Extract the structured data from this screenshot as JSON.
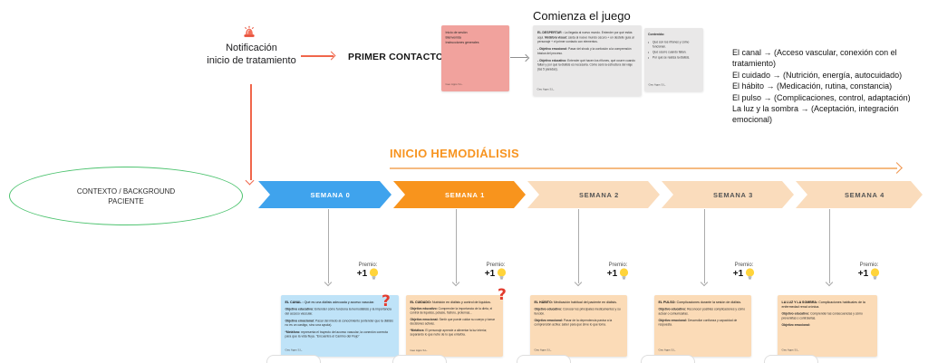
{
  "notification": {
    "line1": "Notificación",
    "line2": "inicio de tratamiento",
    "icon": "siren-icon"
  },
  "primer_contacto": "PRIMER CONTACTO",
  "game_start_title": "Comienza el juego",
  "session_card": {
    "lines": [
      "Inicio de sesión",
      "Bienvenida",
      "Instrucciones generales"
    ],
    "footer": "Geo Apps S.L."
  },
  "despertar_card": {
    "title_bold": "EL DESPERTAR :",
    "intro": "La llegada al nuevo mundo. Entender por qué estás aquí.",
    "metafora_bold": "Metáfora visual:",
    "metafora_text": "caída al nuevo mundo oscuro + un destello guía al personaje + el primer contacto con elementos.",
    "sections": [
      {
        "bold": "- Objetivo emocional:",
        "text": "Pasar del shock y la confusión a la comprensión básica del proceso."
      },
      {
        "bold": "- Objetivo educativo:",
        "text": "Entender qué hacen los riñones, qué ocurre cuando fallan y por qué la diálisis es necesaria. Cómo será la estructura del viaje (las 5 paradas)."
      }
    ],
    "footer": "Geo Apps S.L."
  },
  "contenido_card": {
    "title": "Contenido:",
    "bullets": [
      "Qué son los riñones y cómo funcionan.",
      "Qué ocurre cuando fallan.",
      "Por qué se realiza la diálisis."
    ],
    "footer": "Geo Apps S.L."
  },
  "legend": {
    "lines": [
      "El canal → (Acceso vascular, conexión con el tratamiento)",
      "El cuidado → (Nutrición, energía, autocuidado)",
      "El hábito → (Medicación, rutina, constancia)",
      "El pulso → (Complicaciones, control, adaptación)",
      "La luz y la sombra → (Aceptación, integración emocional)"
    ]
  },
  "timeline": {
    "title": "INICIO HEMODIÁLISIS",
    "weeks": [
      {
        "label": "SEMANA 0",
        "color": "#3FA3ED"
      },
      {
        "label": "SEMANA 1",
        "color": "#F8941D"
      },
      {
        "label": "SEMANA 2",
        "color": "#FADCBC"
      },
      {
        "label": "SEMANA 3",
        "color": "#FADCBC"
      },
      {
        "label": "SEMANA 4",
        "color": "#FADCBC"
      }
    ]
  },
  "context_ellipse": {
    "line1": "CONTEXTO / BACKGROUND",
    "line2": "PACIENTE"
  },
  "premio": {
    "label": "Premio:",
    "value": "+1",
    "icon": "lightbulb-icon"
  },
  "cards": [
    {
      "id": "el-canal",
      "color": "#BFE3F8",
      "has_question_mark": true,
      "title_bold": "EL CANAL :",
      "title_text": "Qué es una diálisis adecuada y acceso vascular.",
      "sections": [
        {
          "bold": "Objetivo educativo:",
          "text": "Entender cómo funciona la hemodiálisis y la importancia del acceso vascular."
        },
        {
          "bold": "Objetivo emocional:",
          "text": "Pasar del miedo al conocimiento (entender que la diálisis no es un castigo, sino una ayuda)."
        },
        {
          "bold": "*Metáfora:",
          "text": "representa el trayecto del acceso vascular, la conexión correcta para que la vida fluya. \"Encuentra el Camino del Flujo\""
        }
      ],
      "footer": "Geo Apps S.L."
    },
    {
      "id": "el-cuidado",
      "color": "#FBDBB7",
      "has_question_mark": true,
      "title_bold": "EL CUIDADO:",
      "title_text": "Nutrición en diálisis y control de líquidos.",
      "sections": [
        {
          "bold": "Objetivo educativo:",
          "text": "Comprender la importancia de la dieta, el control de líquidos, potasio, fósforo, proteínas..."
        },
        {
          "bold": "Objetivo emocional:",
          "text": "Sentir que puede cuidar su cuerpo y tomar decisiones activas."
        },
        {
          "bold": "*Metáfora:",
          "text": "El personaje aprende a alimentar la luz interior, separando lo que nutre de lo que enturbia."
        }
      ],
      "footer": "Geo Apps S.L."
    },
    {
      "id": "el-habito",
      "color": "#FBDBB7",
      "has_question_mark": false,
      "title_bold": "EL HÁBITO:",
      "title_text": "Medicación habitual del paciente en diálisis.",
      "sections": [
        {
          "bold": "Objetivo educativo:",
          "text": "Conocer los principales medicamentos y su función."
        },
        {
          "bold": "Objetivo emocional:",
          "text": "Pasar de la dependencia pasiva a la comprensión activa: saber para qué sirve lo que toma."
        }
      ],
      "footer": "Geo Apps S.L."
    },
    {
      "id": "el-pulso",
      "color": "#FBDBB7",
      "has_question_mark": false,
      "title_bold": "EL PULSO:",
      "title_text": "Complicaciones durante la sesión de diálisis.",
      "sections": [
        {
          "bold": "Objetivo educativo:",
          "text": "Reconocer posibles complicaciones y cómo actuar o comunicarlas."
        },
        {
          "bold": "Objetivo emocional:",
          "text": "Desarrollar confianza y capacidad de respuesta."
        }
      ],
      "footer": "Geo Apps S.L."
    },
    {
      "id": "la-luz-y-la-sombra",
      "color": "#FBDBB7",
      "has_question_mark": false,
      "title_bold": "LA LUZ Y LA SOMBRA:",
      "title_text": "Complicaciones habituales de la enfermedad renal crónica.",
      "sections": [
        {
          "bold": "Objetivo educativo:",
          "text": "Comprender las consecuencias y cómo prevenirlas o controlarlas."
        },
        {
          "bold": "Objetivo emocional:",
          "text": ""
        }
      ],
      "footer": "Geo Apps S.L."
    }
  ],
  "colors": {
    "accent_red": "#F0664B",
    "accent_orange": "#F79420",
    "timeline_arrow": "#F5BA80",
    "chevron_blue": "#3FA3ED",
    "chevron_orange": "#F8941D",
    "chevron_peach": "#FADCBC",
    "card_blue": "#BFE3F8",
    "card_peach": "#FBDBB7",
    "sticky_pink": "#F1A29D",
    "sticky_gray": "#E9E8E8",
    "ellipse_green": "#4DC36F",
    "connector_gray": "#ABABAB",
    "question_red": "#E23B2E"
  }
}
